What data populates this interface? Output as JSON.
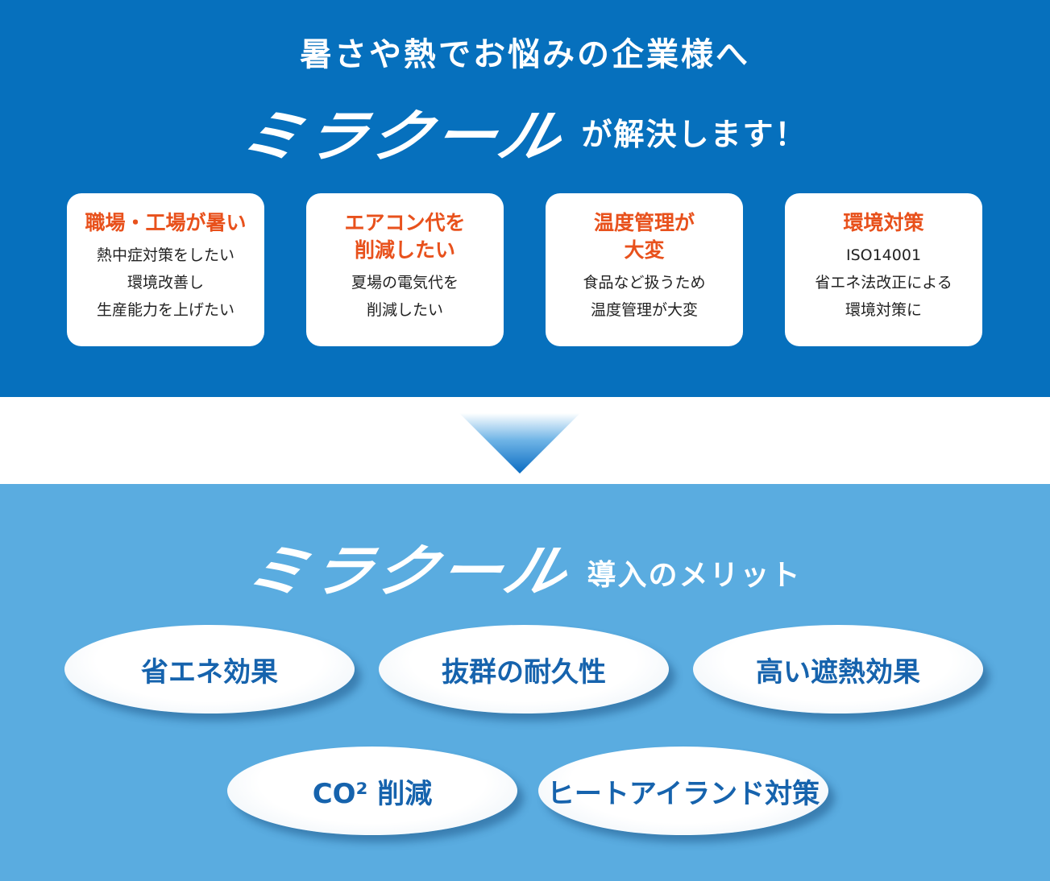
{
  "top_section": {
    "headline": "暑さや熱でお悩みの企業様へ",
    "brand": "ミラクール",
    "brand_suffix": "が解決します！",
    "background_color": "#0670bd",
    "cards": [
      {
        "title": "職場・工場が暑い",
        "body": "熱中症対策をしたい\n環境改善し\n生産能力を上げたい"
      },
      {
        "title": "エアコン代を\n削減したい",
        "body": "夏場の電気代を\n削減したい"
      },
      {
        "title": "温度管理が\n大変",
        "body": "食品など扱うため\n温度管理が大変"
      },
      {
        "title": "環境対策",
        "body": "ISO14001\n省エネ法改正による\n環境対策に"
      }
    ],
    "accent_color": "#e8511c"
  },
  "arrow": {
    "icon": "down-triangle-arrow-icon"
  },
  "bottom_section": {
    "brand": "ミラクール",
    "brand_suffix": "導入のメリット",
    "background_color": "#5aace0",
    "text_color": "#1663ad",
    "merits": [
      "省エネ効果",
      "抜群の耐久性",
      "高い遮熱効果",
      "CO² 削減",
      "ヒートアイランド対策"
    ]
  }
}
